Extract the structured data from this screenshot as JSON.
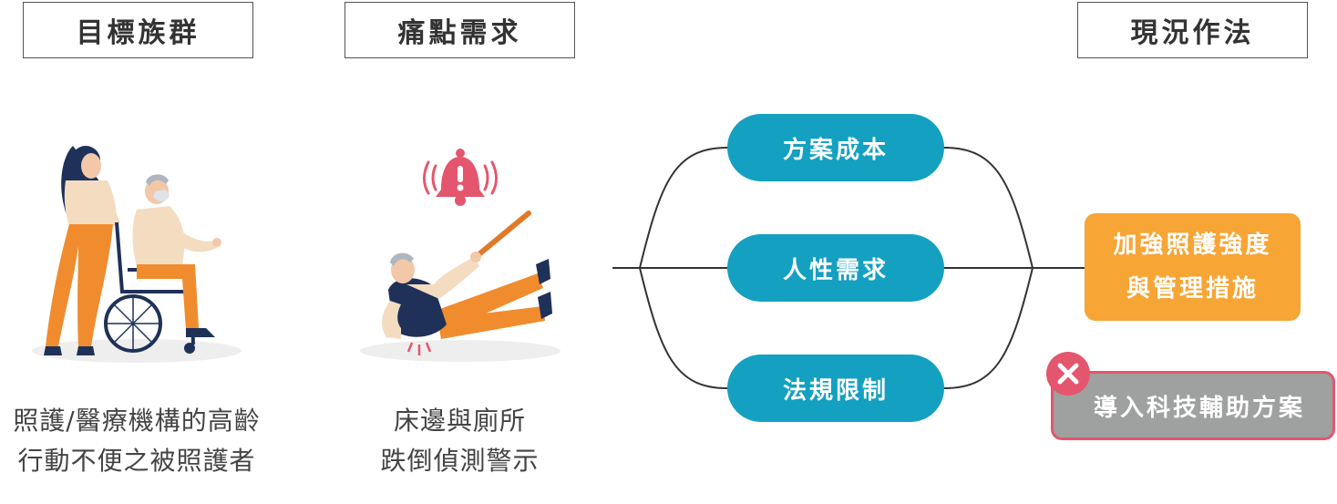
{
  "headers": {
    "target_group": "目標族群",
    "pain_point": "痛點需求",
    "current_practice": "現況作法"
  },
  "target_group": {
    "caption_line1": "照護/醫療機構的高齡",
    "caption_line2": "行動不便之被照護者"
  },
  "pain_point": {
    "caption_line1": "床邊與廁所",
    "caption_line2": "跌倒偵測警示"
  },
  "factors": [
    {
      "label": "方案成本"
    },
    {
      "label": "人性需求"
    },
    {
      "label": "法規限制"
    }
  ],
  "current": {
    "line1": "加強照護強度",
    "line2": "與管理措施"
  },
  "rejected": {
    "label": "導入科技輔助方案"
  },
  "colors": {
    "pill": "#14a0c1",
    "current": "#f7a535",
    "rejected_fill": "#9fa0a0",
    "rejected_border": "#e4566d",
    "alarm_bell": "#e4566d"
  },
  "icons": {
    "reject": "close-icon",
    "alarm": "alarm-bell-icon"
  }
}
